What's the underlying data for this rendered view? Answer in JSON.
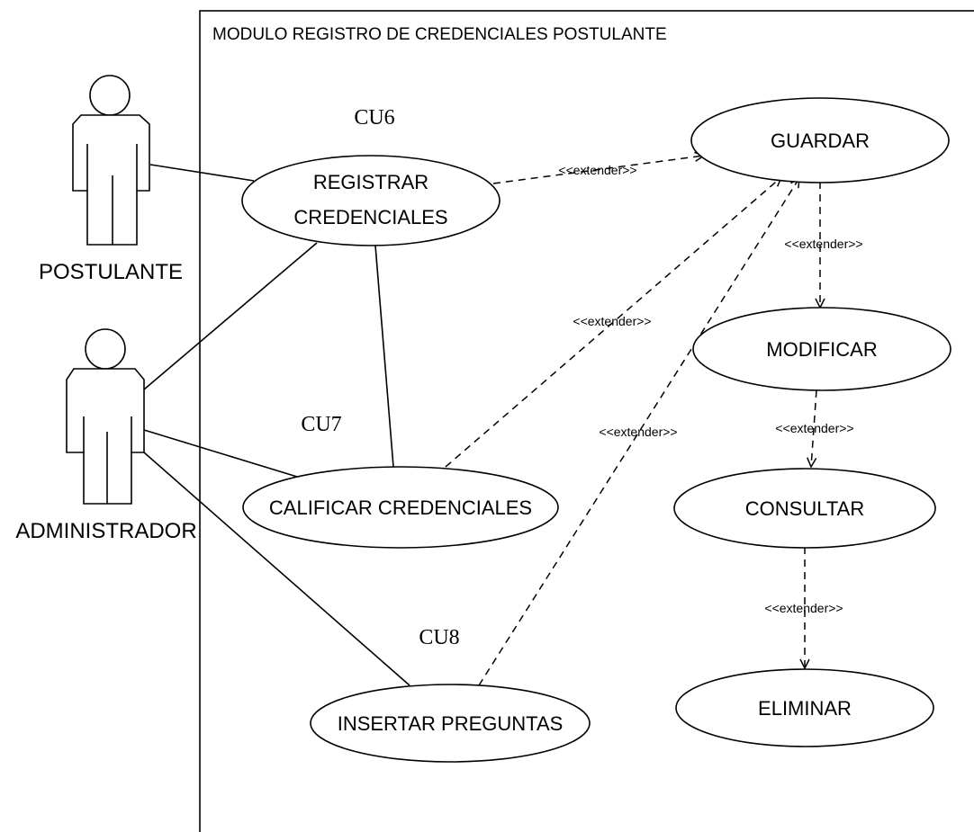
{
  "system": {
    "title": "MODULO REGISTRO DE CREDENCIALES POSTULANTE"
  },
  "actors": {
    "postulante": "POSTULANTE",
    "administrador": "ADMINISTRADOR"
  },
  "codes": {
    "cu6": "CU6",
    "cu7": "CU7",
    "cu8": "CU8"
  },
  "use_cases": {
    "registrar_line1": "REGISTRAR",
    "registrar_line2": "CREDENCIALES",
    "calificar": "CALIFICAR CREDENCIALES",
    "insertar": "INSERTAR PREGUNTAS",
    "guardar": "GUARDAR",
    "modificar": "MODIFICAR",
    "consultar": "CONSULTAR",
    "eliminar": "ELIMINAR"
  },
  "relations": {
    "registrar_guardar": "<<extender>>",
    "calificar_guardar": "<<extender>>",
    "insertar_guardar": "<<extender>>",
    "guardar_modificar": "<<extender>>",
    "modificar_consultar": "<<extender>>",
    "consultar_eliminar": "<<extender>>"
  }
}
